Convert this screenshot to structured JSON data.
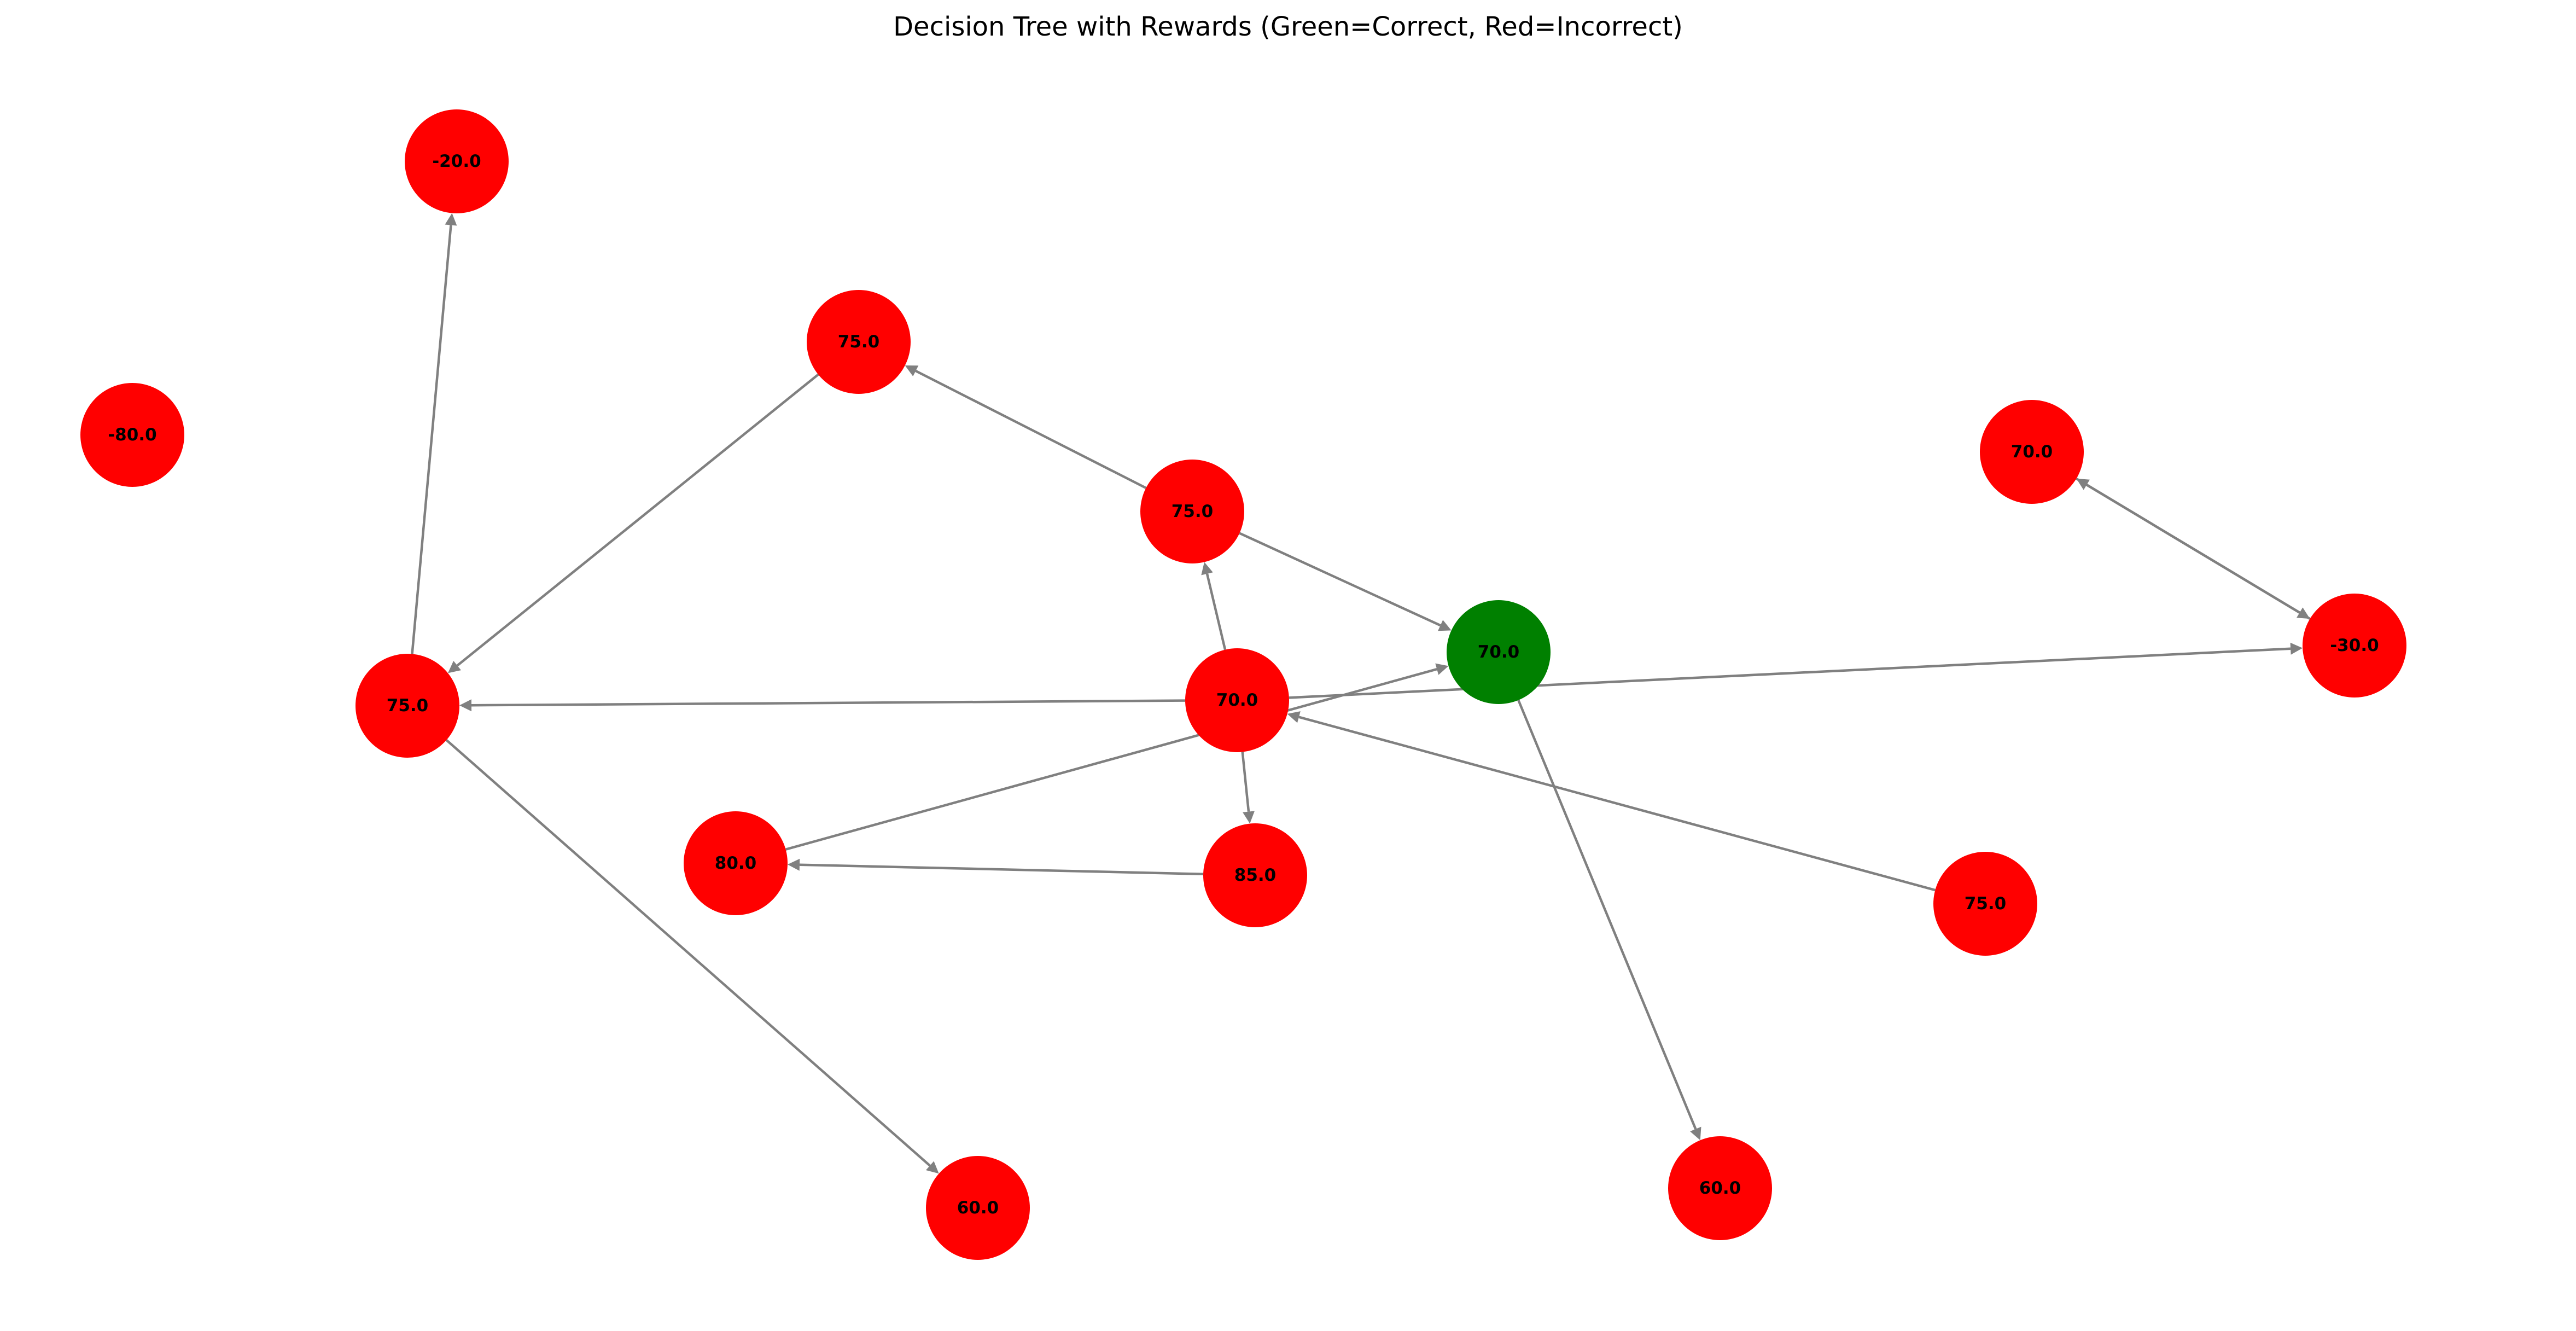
{
  "title": "Decision Tree with Rewards (Green=Correct, Red=Incorrect)",
  "colors": {
    "correct": "#008000",
    "incorrect": "#ff0000",
    "edge": "#808080",
    "background": "#ffffff"
  },
  "nodes": [
    {
      "id": "n1",
      "label": "-20.0",
      "status": "incorrect"
    },
    {
      "id": "n2",
      "label": "75.0",
      "status": "incorrect"
    },
    {
      "id": "n3",
      "label": "-80.0",
      "status": "incorrect"
    },
    {
      "id": "n4",
      "label": "70.0",
      "status": "incorrect"
    },
    {
      "id": "n5",
      "label": "75.0",
      "status": "incorrect"
    },
    {
      "id": "n6",
      "label": "70.0",
      "status": "correct"
    },
    {
      "id": "n7",
      "label": "-30.0",
      "status": "incorrect"
    },
    {
      "id": "n8",
      "label": "75.0",
      "status": "incorrect"
    },
    {
      "id": "n9",
      "label": "70.0",
      "status": "incorrect"
    },
    {
      "id": "n10",
      "label": "80.0",
      "status": "incorrect"
    },
    {
      "id": "n11",
      "label": "85.0",
      "status": "incorrect"
    },
    {
      "id": "n12",
      "label": "75.0",
      "status": "incorrect"
    },
    {
      "id": "n13",
      "label": "60.0",
      "status": "incorrect"
    },
    {
      "id": "n14",
      "label": "60.0",
      "status": "incorrect"
    }
  ],
  "edges": [
    {
      "from": "n8",
      "to": "n1"
    },
    {
      "from": "n2",
      "to": "n8"
    },
    {
      "from": "n5",
      "to": "n2"
    },
    {
      "from": "n5",
      "to": "n6"
    },
    {
      "from": "n9",
      "to": "n5"
    },
    {
      "from": "n9",
      "to": "n8"
    },
    {
      "from": "n9",
      "to": "n11"
    },
    {
      "from": "n10",
      "to": "n6"
    },
    {
      "from": "n11",
      "to": "n10"
    },
    {
      "from": "n12",
      "to": "n9"
    },
    {
      "from": "n8",
      "to": "n13"
    },
    {
      "from": "n6",
      "to": "n14"
    },
    {
      "from": "n9",
      "to": "n7"
    },
    {
      "from": "n7",
      "to": "n4"
    },
    {
      "from": "n4",
      "to": "n7"
    }
  ]
}
